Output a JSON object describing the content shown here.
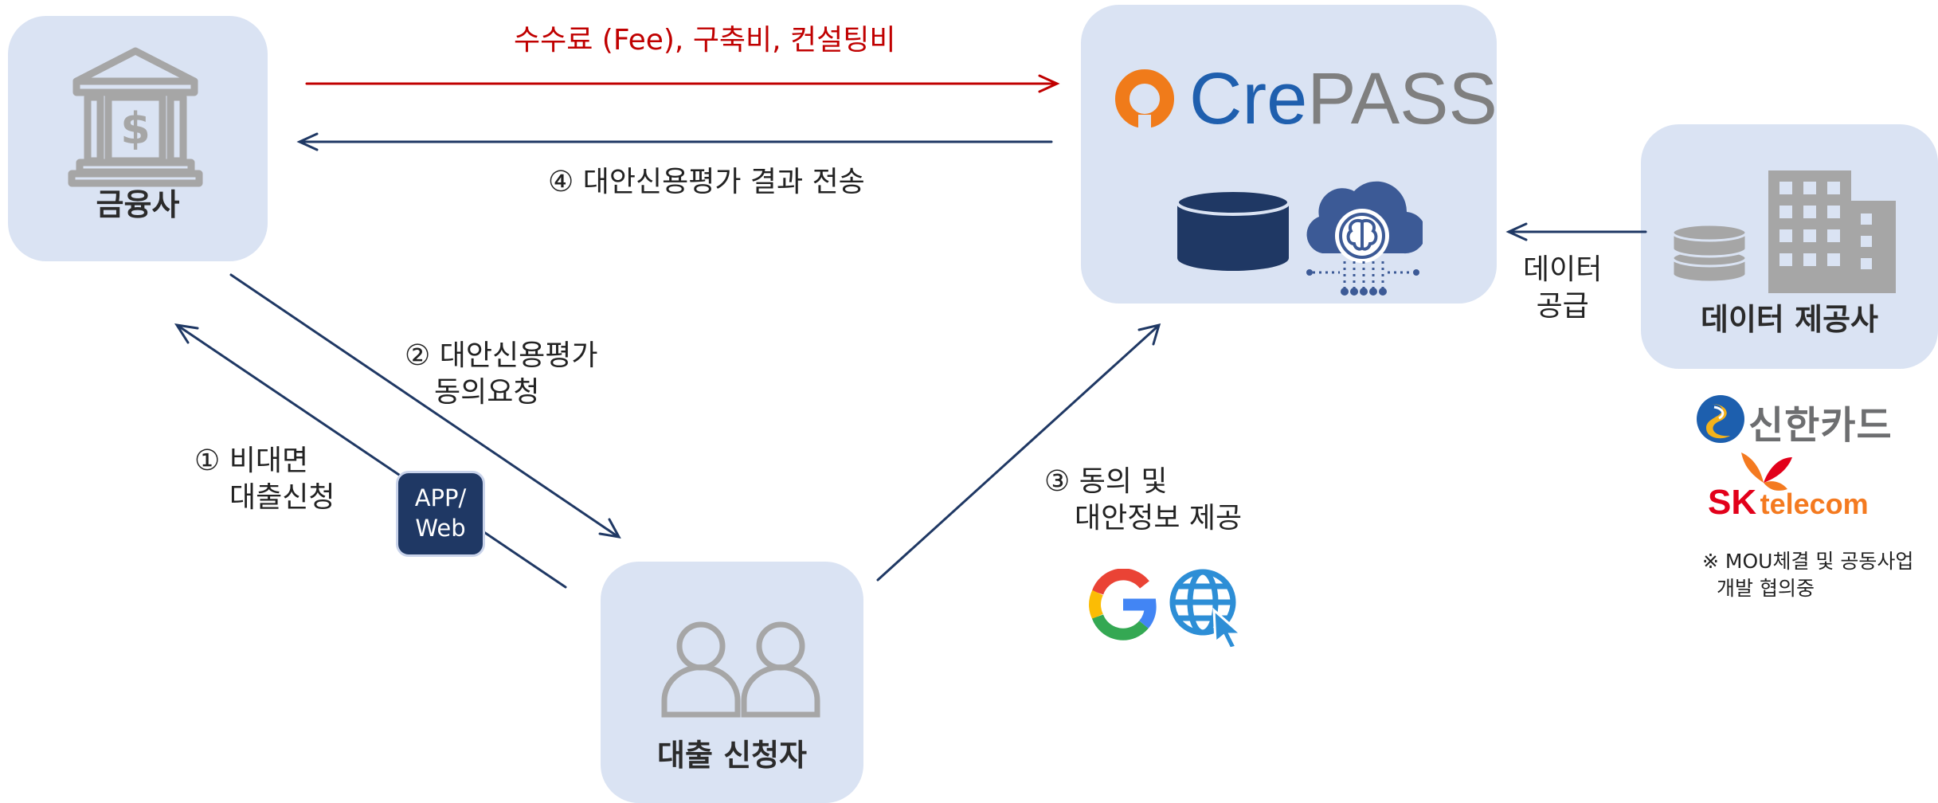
{
  "nodes": {
    "financial": {
      "label": "금융사",
      "icon": "bank-dollar-icon"
    },
    "crepass": {
      "logo_cre": "Cre",
      "logo_pass": "PASS",
      "icons": [
        "database-icon",
        "cloud-brain-icon"
      ]
    },
    "data_provider": {
      "label": "데이터 제공사",
      "icons": [
        "database-stack-icon",
        "office-building-icon"
      ]
    },
    "applicant": {
      "label": "대출 신청자",
      "icon": "two-users-icon"
    }
  },
  "flows": {
    "fee": "수수료 (Fee), 구축비, 컨설팅비",
    "result": "④ 대안신용평가 결과 전송",
    "step1_line1": "① 비대면",
    "step1_line2": "대출신청",
    "step2_line1": "② 대안신용평가",
    "step2_line2": "동의요청",
    "step3_line1": "③ 동의 및",
    "step3_line2": "대안정보 제공",
    "supply_line1": "데이터",
    "supply_line2": "공급"
  },
  "badge": {
    "line1": "APP/",
    "line2": "Web"
  },
  "partners": {
    "shinhan": "신한카드",
    "sk_sk": "SK",
    "sk_telecom": "telecom",
    "note_line1": "※ MOU체결 및 공동사업",
    "note_line2": "개발 협의중"
  },
  "source_icons": [
    "google-g-icon",
    "globe-cursor-icon"
  ],
  "colors": {
    "box_fill": "#dae3f3",
    "navy": "#1f3864",
    "fee_red": "#c00000",
    "icon_gray": "#a6a6a6",
    "crepass_orange": "#f07b1a",
    "crepass_blue": "#1f5fae",
    "crepass_gray": "#7f7f7f",
    "sk_red": "#e2001a",
    "sk_orange": "#f47a20"
  }
}
